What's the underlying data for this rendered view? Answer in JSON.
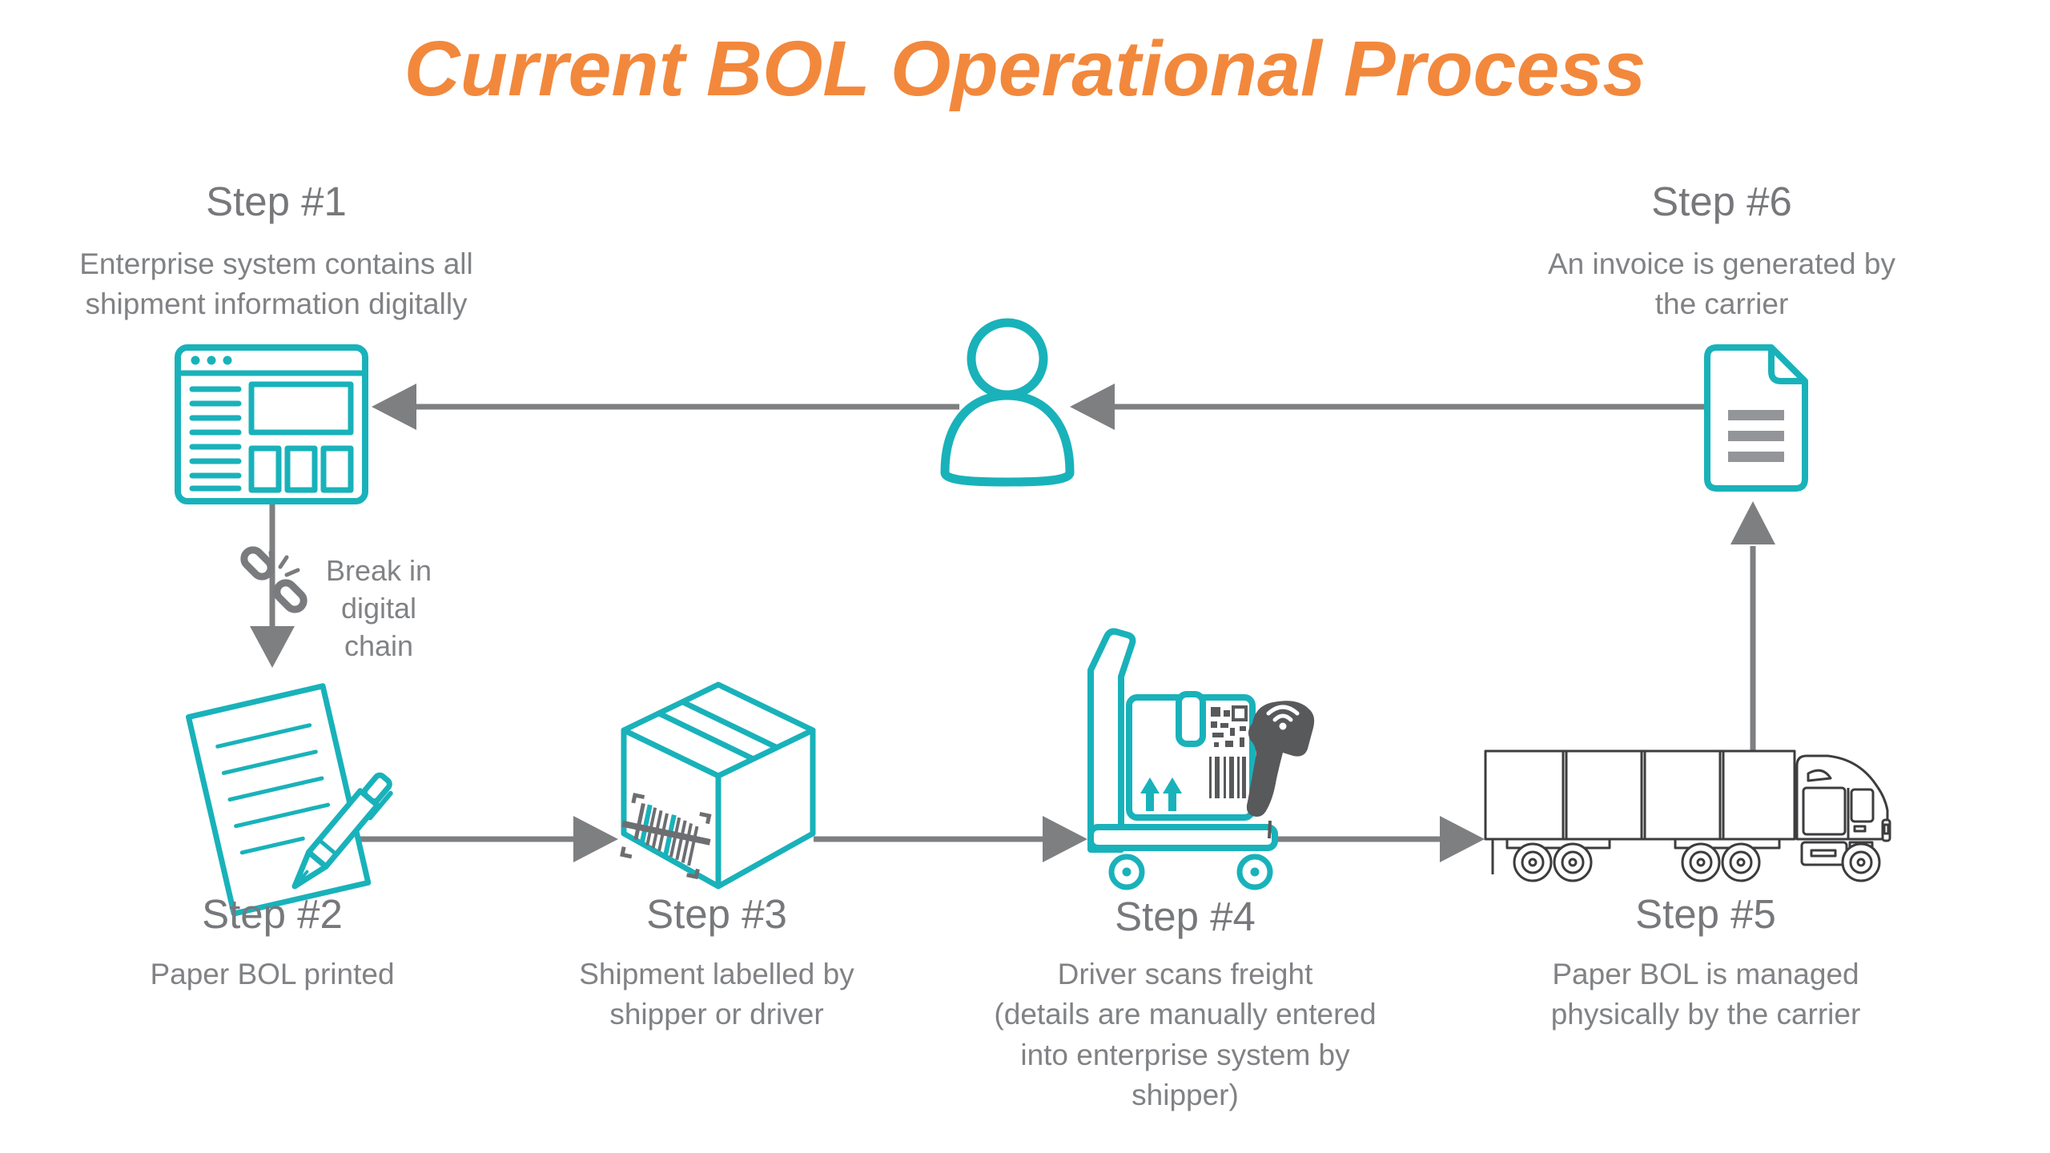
{
  "title": "Current BOL Operational Process",
  "colors": {
    "title_orange": "#F2883C",
    "accent_teal": "#19B2BA",
    "text_gray": "#808285",
    "arrow_gray": "#7E7F81",
    "icon_dark_gray": "#58595B",
    "truck_outline": "#3D3D3F"
  },
  "steps": [
    {
      "id": 1,
      "label": "Step #1",
      "description": "Enterprise system contains all\nshipment information digitally",
      "icon": "enterprise-system-browser-icon"
    },
    {
      "id": 2,
      "label": "Step #2",
      "description": "Paper BOL printed",
      "icon": "paper-and-pen-icon"
    },
    {
      "id": 3,
      "label": "Step #3",
      "description": "Shipment labelled by\nshipper or driver",
      "icon": "shipping-box-barcode-icon"
    },
    {
      "id": 4,
      "label": "Step #4",
      "description": "Driver scans freight\n(details are manually entered\ninto enterprise system by\nshipper)",
      "icon": "hand-truck-and-scanner-icon"
    },
    {
      "id": 5,
      "label": "Step #5",
      "description": "Paper BOL is managed\nphysically by the carrier",
      "icon": "semi-truck-icon"
    },
    {
      "id": 6,
      "label": "Step #6",
      "description": "An invoice is generated by\nthe carrier",
      "icon": "invoice-document-icon"
    }
  ],
  "annotations": {
    "break_note": "Break in\ndigital\nchain",
    "break_icon": "broken-chain-link-icon",
    "person_icon": "person-icon"
  }
}
